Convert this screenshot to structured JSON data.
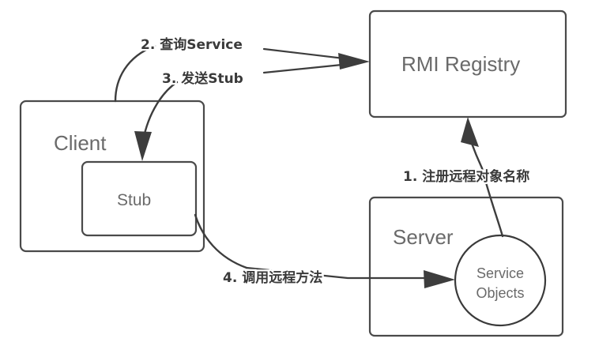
{
  "diagram": {
    "title": "RMI Registry interaction diagram",
    "colors": {
      "background": "#ffffff",
      "border": "#4a4a4a",
      "node_text": "#6a6a6a",
      "edge_text": "#3a3a3a",
      "connector": "#3d3d3d"
    },
    "nodes": {
      "client": {
        "label": "Client"
      },
      "stub": {
        "label": "Stub"
      },
      "registry": {
        "label": "RMI Registry"
      },
      "server": {
        "label": "Server"
      },
      "service_objects": {
        "label_line1": "Service",
        "label_line2": "Objects"
      }
    },
    "edges": {
      "register": {
        "label": "1. 注册远程对象名称"
      },
      "lookup": {
        "label": "2. 查询Service"
      },
      "send_stub": {
        "label": "3. 发送Stub"
      },
      "invoke": {
        "label": "4. 调用远程方法"
      }
    }
  }
}
